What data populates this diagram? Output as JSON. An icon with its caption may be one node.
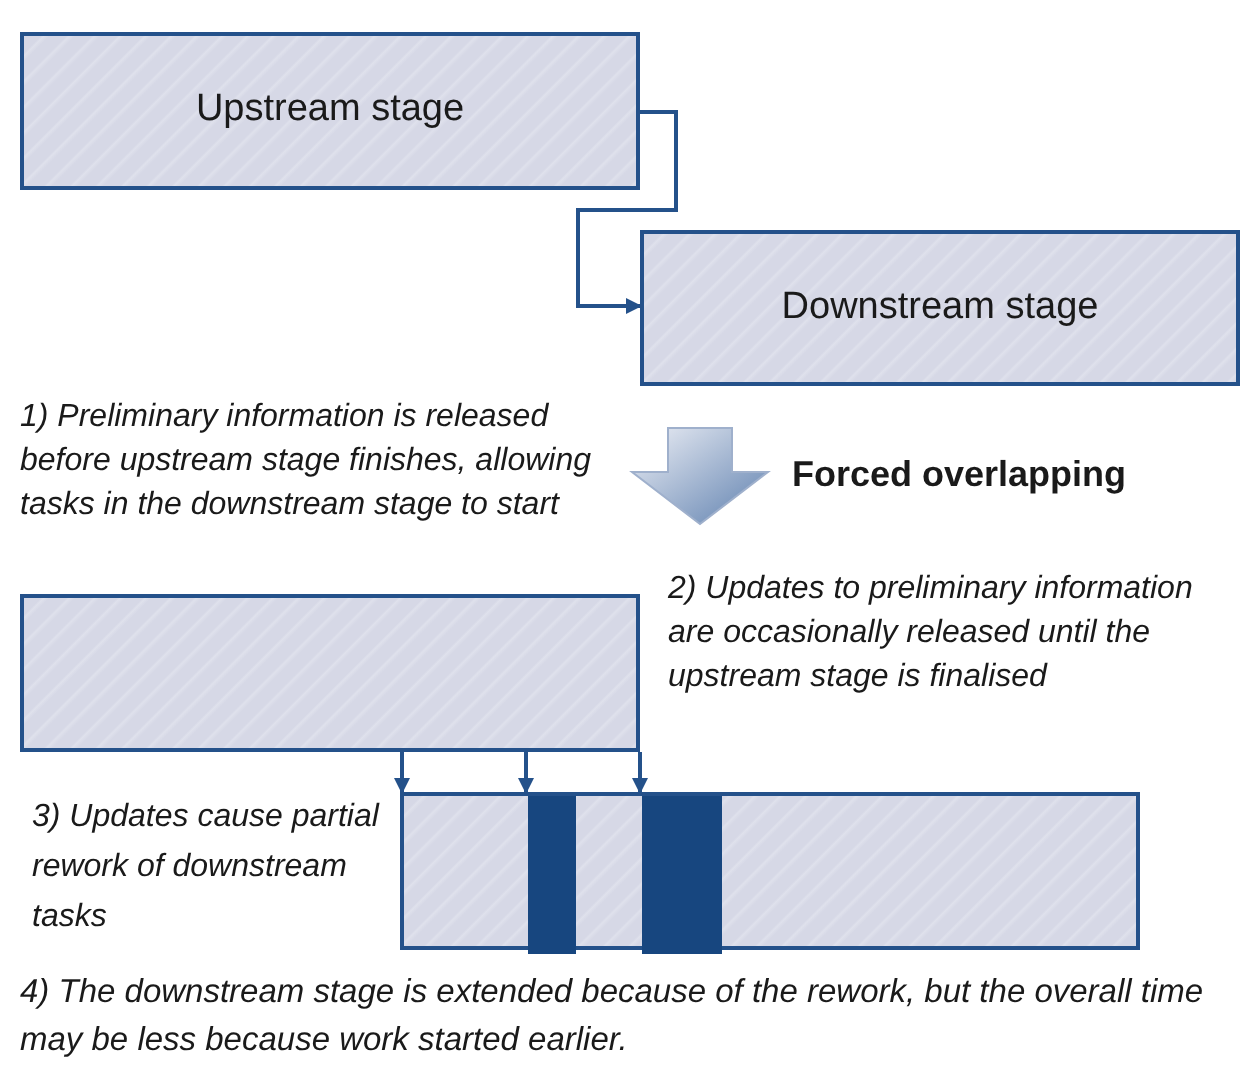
{
  "diagram": {
    "nodes": [
      {
        "text": [
          "Upstream stage"
        ]
      },
      {
        "text": [
          "Downstream stage"
        ]
      },
      {
        "text": [],
        "shape": "box"
      },
      {
        "text": [],
        "shape": "box"
      },
      {
        "text": [],
        "shape": "bar",
        "in": 3
      },
      {
        "text": [],
        "shape": "bar",
        "in": 3
      }
    ],
    "edges": [
      {
        "from": 0,
        "to": 1,
        "arrow": "to"
      },
      {
        "from": 2,
        "to": 3,
        "arrow": "to"
      },
      {
        "from": 2,
        "to": 4,
        "arrow": "to"
      },
      {
        "from": 2,
        "to": 5,
        "arrow": "to"
      }
    ],
    "labels": [
      "1) Preliminary information is released before upstream stage finishes, allowing tasks in the downstream stage to start",
      "Forced overlapping",
      "2) Updates to preliminary information are occasionally released until the upstream stage is finalised",
      "3) Updates cause partial rework of downstream tasks",
      "4) The downstream stage is extended because of the rework, but the overall time may be less because work started earlier."
    ]
  }
}
